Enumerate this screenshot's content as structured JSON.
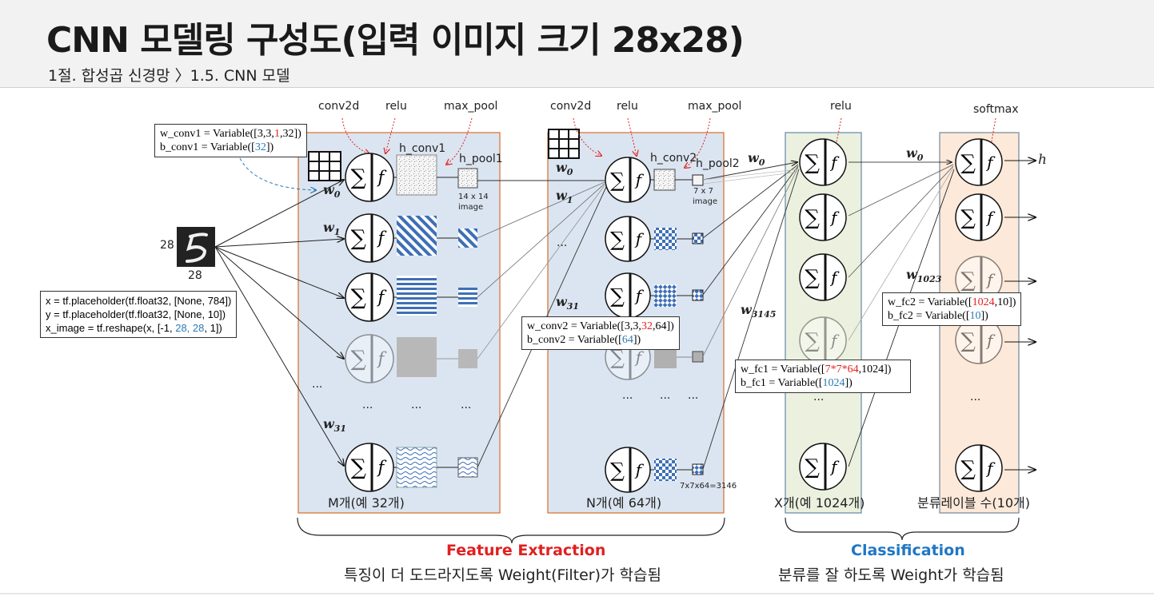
{
  "header": {
    "title": "CNN 모델링 구성도(입력 이미지 크기 28x28)",
    "breadcrumb": "1절. 합성곱 신경망 〉1.5. CNN 모델"
  },
  "input": {
    "height_label": "28",
    "width_label": "28"
  },
  "code_boxes": {
    "conv1": {
      "line1_pre": "w_conv1 = Variable([3,3,",
      "line1_red": "1",
      "line1_post": ",32])",
      "line2_pre": "b_conv1 = Variable([",
      "line2_blue": "32",
      "line2_post": "])"
    },
    "placeholder": {
      "line1": "x = tf.placeholder(tf.float32, [None, 784])",
      "line2": "y = tf.placeholder(tf.float32, [None, 10])",
      "line3_pre": "x_image = tf.reshape(x, [-1, ",
      "line3_blue": "28, 28",
      "line3_post": ", 1])"
    },
    "conv2": {
      "line1_pre": "w_conv2 = Variable([3,3,",
      "line1_red": "32",
      "line1_post": ",64])",
      "line2_pre": "b_conv2 = Variable([",
      "line2_blue": "64",
      "line2_post": "])"
    },
    "fc1": {
      "line1_pre": "w_fc1 = Variable([",
      "line1_red": "7*7*64",
      "line1_post": ",1024])",
      "line2_pre": "b_fc1 = Variable([",
      "line2_blue": "1024",
      "line2_post": "])"
    },
    "fc2": {
      "line1_pre": "w_fc2 = Variable([",
      "line1_red": "1024",
      "line1_post": ",10])",
      "line2_pre": "b_fc2 = Variable([",
      "line2_blue": "10",
      "line2_post": "])"
    }
  },
  "labels": {
    "conv2d_1": "conv2d",
    "relu_1": "relu",
    "max_pool_1": "max_pool",
    "conv2d_2": "conv2d",
    "relu_2": "relu",
    "max_pool_2": "max_pool",
    "relu_3": "relu",
    "softmax": "softmax",
    "h_conv1": "h_conv1",
    "h_pool1": "h_pool1",
    "h_conv2": "h_conv2",
    "h_pool2": "h_pool2",
    "pool1_size_a": "14 x 14",
    "pool1_size_b": "image",
    "pool2_size_a": "7 x 7",
    "pool2_size_b": "image",
    "flatten": "7x7x64=3146",
    "output_h": "h",
    "ellipsis": "..."
  },
  "weights": {
    "l1_w0": "w",
    "l1_w0_sub": "0",
    "l1_w1": "w",
    "l1_w1_sub": "1",
    "l1_w31": "w",
    "l1_w31_sub": "31",
    "l2_w0": "w",
    "l2_w0_sub": "0",
    "l2_w1": "w",
    "l2_w1_sub": "1",
    "l2_w31": "w",
    "l2_w31_sub": "31",
    "l3_w0": "w",
    "l3_w0_sub": "0",
    "l3_w3145": "w",
    "l3_w3145_sub": "3145",
    "l4_w0": "w",
    "l4_w0_sub": "0",
    "l4_w1023": "w",
    "l4_w1023_sub": "1023"
  },
  "panels": {
    "conv1": "M개(예 32개)",
    "conv2": "N개(예 64개)",
    "fc": "X개(예 1024개)",
    "out": "분류레이블 수(10개)"
  },
  "sections": {
    "feature_title": "Feature Extraction",
    "feature_sub": "특징이 더 도드라지도록 Weight(Filter)가 학습됨",
    "class_title": "Classification",
    "class_sub": "분류를 잘 하도록 Weight가 학습됨"
  },
  "colors": {
    "panel_blue": "#dbe5f1",
    "panel_green": "#ebf1de",
    "panel_orange": "#fde9d9",
    "panel_border_orange": "#d9773a",
    "title_red": "#e02020",
    "title_blue": "#1f77c4",
    "accent_blue": "#2a7ab5"
  }
}
